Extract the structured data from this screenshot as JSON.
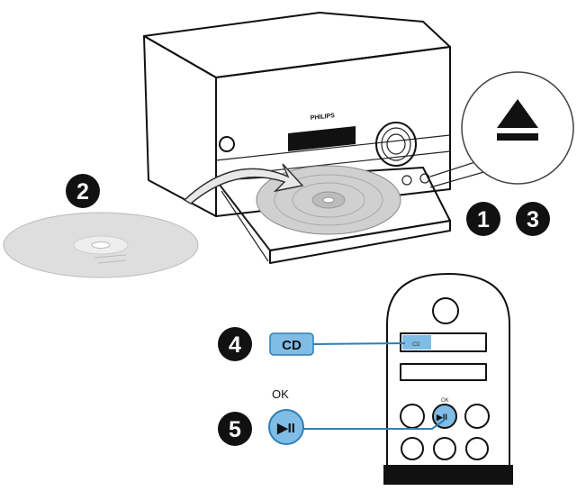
{
  "device": {
    "brand": "PHILIPS"
  },
  "steps": [
    {
      "number": "1"
    },
    {
      "number": "2"
    },
    {
      "number": "3"
    },
    {
      "number": "4"
    },
    {
      "number": "5"
    }
  ],
  "remote_buttons": {
    "cd_label": "CD",
    "play_pause_glyph": "▶II",
    "ok_label": "OK"
  },
  "icons": {
    "eject": "eject-icon",
    "power": "power-icon",
    "play_pause": "play-pause-icon"
  },
  "colors": {
    "badge": "#111111",
    "highlight": "#7fbde6",
    "highlight_dark": "#2f7fb5",
    "disc": "#dcdcdc",
    "outline": "#111111"
  }
}
